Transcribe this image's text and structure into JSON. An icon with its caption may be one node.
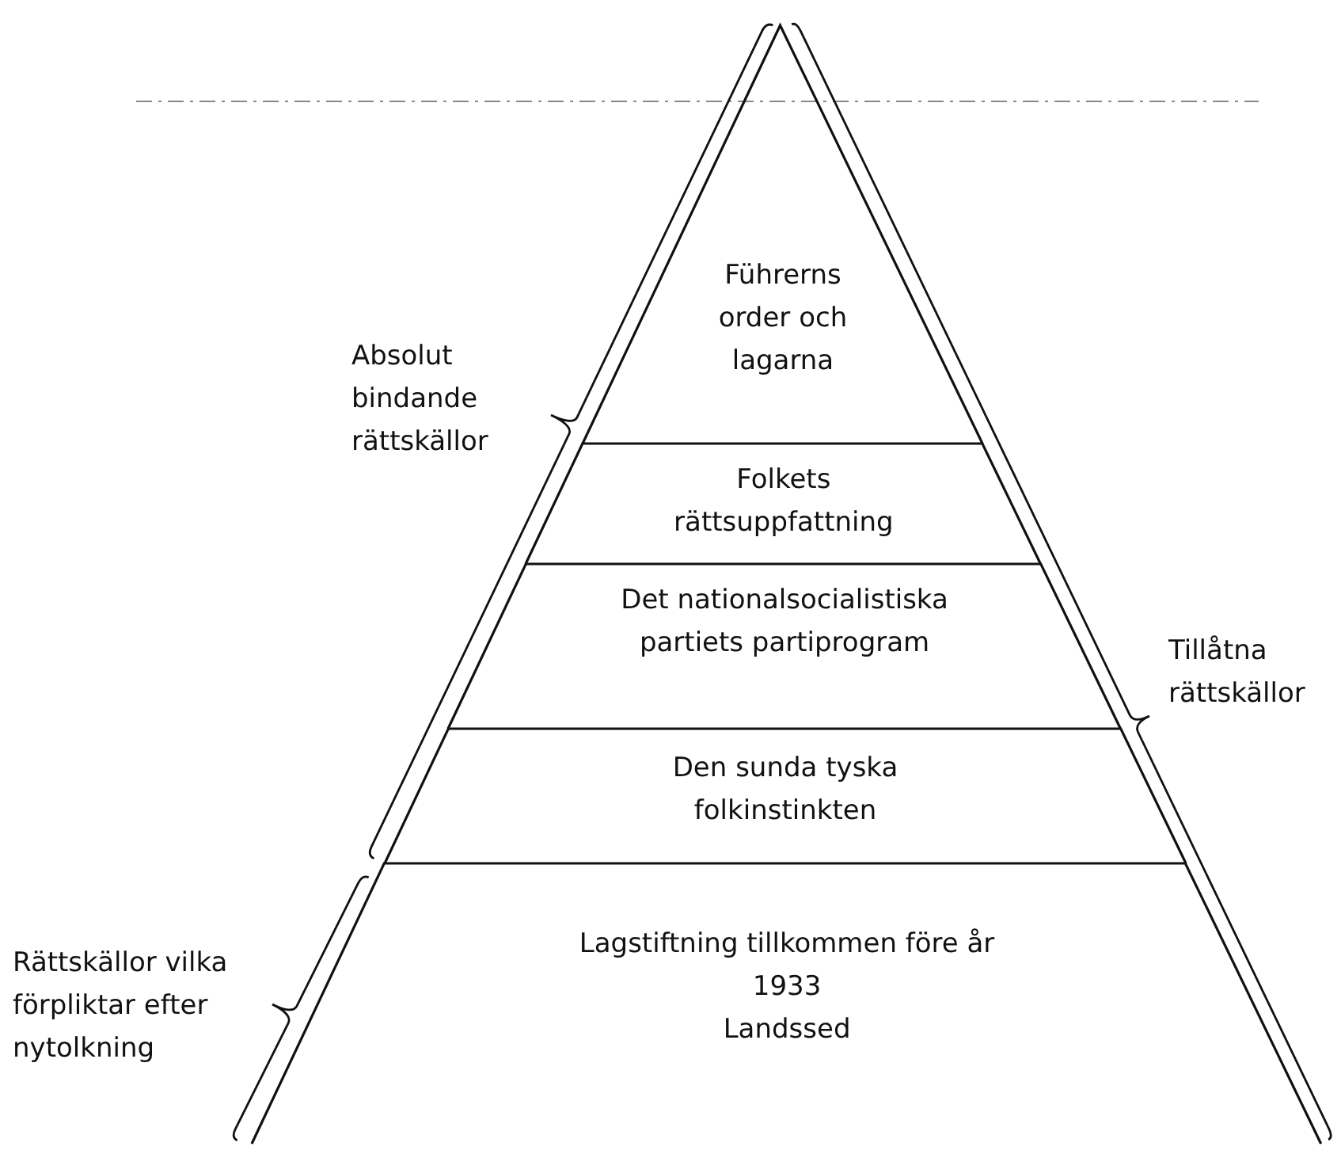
{
  "diagram": {
    "nodes": [
      {
        "text": [
          "Führerns order och lagarna"
        ]
      },
      {
        "text": [
          "Folkets rättsuppfattning"
        ]
      },
      {
        "text": [
          "Det nationalsocialistiska partiets partiprogram"
        ]
      },
      {
        "text": [
          "Den sunda tyska folkinstinkten"
        ]
      },
      {
        "text": [
          "Lagstiftning tillkommen före år 1933",
          "Landssed"
        ]
      }
    ],
    "edges": [],
    "labels": [
      "Absolut bindande rättskällor",
      "Tillåtna rättskällor",
      "Rättskällor vilka förpliktar efter nytolkning"
    ]
  }
}
